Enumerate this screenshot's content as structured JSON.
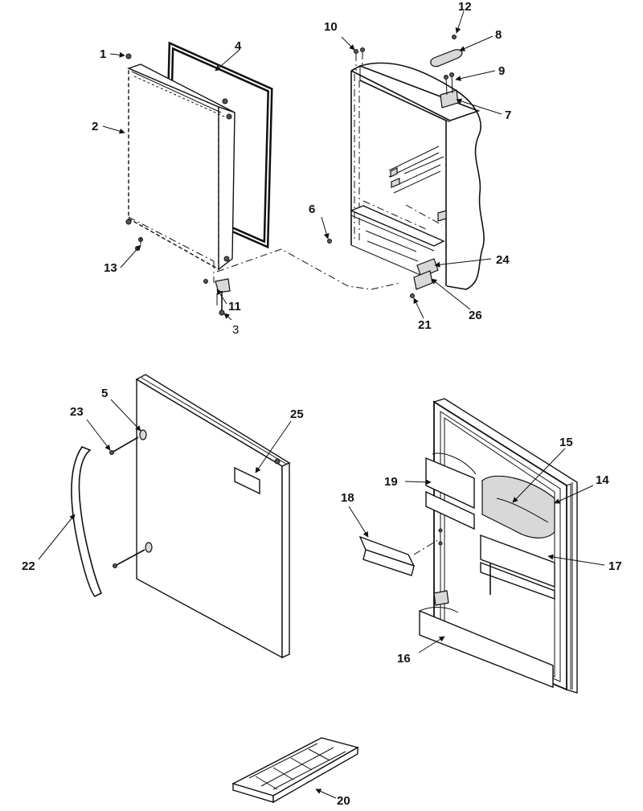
{
  "labels": {
    "p1": "1",
    "p2": "2",
    "p3": "3",
    "p4": "4",
    "p5": "5",
    "p6": "6",
    "p7": "7",
    "p8": "8",
    "p9": "9",
    "p10": "10",
    "p11": "11",
    "p12": "12",
    "p13": "13",
    "p14": "14",
    "p15": "15",
    "p16": "16",
    "p17": "17",
    "p18": "18",
    "p19": "19",
    "p20": "20",
    "p21": "21",
    "p22": "22",
    "p23": "23",
    "p24": "24",
    "p25": "25",
    "p26": "26"
  }
}
